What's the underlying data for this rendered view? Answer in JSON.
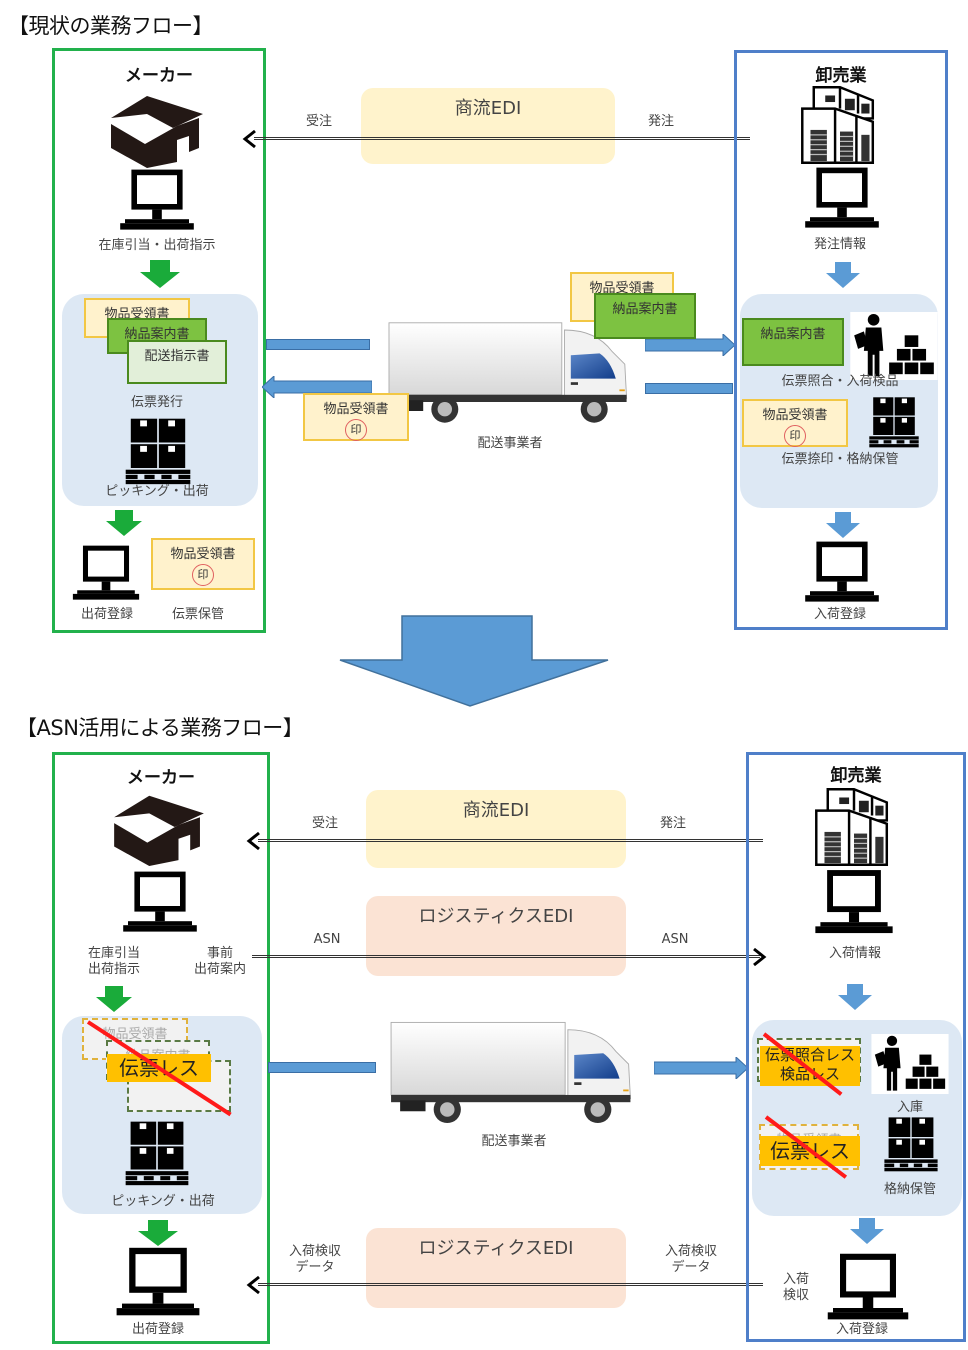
{
  "current_flow": {
    "title": "【現状の業務フロー】",
    "maker": {
      "name": "メーカー",
      "step1_label": "在庫引当・出荷指示",
      "docs": [
        "物品受領書",
        "納品案内書",
        "配送指示書"
      ],
      "step2_label": "伝票発行",
      "step3_label": "ピッキング・出荷",
      "register_label": "出荷登録",
      "stored_doc": "物品受領書",
      "stamp": "印",
      "store_label": "伝票保管"
    },
    "wholesaler": {
      "name": "卸売業",
      "order_info_label": "発注情報",
      "doc_delivery_note": "納品案内書",
      "check_label": "伝票照合・入荷検品",
      "doc_receipt": "物品受領書",
      "stamp": "印",
      "store_label": "伝票捺印・格納保管",
      "register_label": "入荷登録"
    },
    "commerce_edi": {
      "title": "商流EDI",
      "left_label": "受注",
      "right_label": "発注"
    },
    "carrier": {
      "label": "配送事業者",
      "outbound_docs": [
        "物品受領書",
        "納品案内書"
      ],
      "return_doc": "物品受領書",
      "stamp": "印"
    }
  },
  "asn_flow": {
    "title": "【ASN活用による業務フロー】",
    "maker": {
      "name": "メーカー",
      "step1_label_line1": "在庫引当",
      "step1_label_line2": "出荷指示",
      "asn_label_line1": "事前",
      "asn_label_line2": "出荷案内",
      "ghost_docs": [
        "物品受領書",
        "納品案内書"
      ],
      "less_tag": "伝票レス",
      "step3_label": "ピッキング・出荷",
      "register_label": "出荷登録"
    },
    "wholesaler": {
      "name": "卸売業",
      "arrival_info_label": "入荷情報",
      "less_tag_check_line1": "伝票照合レス",
      "less_tag_check_line2": "検品レス",
      "receive_label": "入庫",
      "ghost_doc": "物品受領書",
      "less_tag": "伝票レス",
      "store_label": "格納保管",
      "inspect_label_line1": "入荷",
      "inspect_label_line2": "検収",
      "register_label": "入荷登録"
    },
    "commerce_edi": {
      "title": "商流EDI",
      "left_label": "受注",
      "right_label": "発注"
    },
    "logistics_edi_asn": {
      "title": "ロジスティクスEDI",
      "left_label": "ASN",
      "right_label": "ASN"
    },
    "logistics_edi_inspection": {
      "title": "ロジスティクスEDI",
      "left_label_line1": "入荷検収",
      "left_label_line2": "データ",
      "right_label_line1": "入荷検収",
      "right_label_line2": "データ"
    },
    "carrier": {
      "label": "配送事業者"
    }
  },
  "colors": {
    "maker_border": "#22b14c",
    "wholesaler_border": "#4f7fc9",
    "flow_arrow_green": "#1aab3a",
    "flow_arrow_blue": "#5b9bd5",
    "less_tag": "#ffc000",
    "strike_red": "#ff1a1a"
  }
}
